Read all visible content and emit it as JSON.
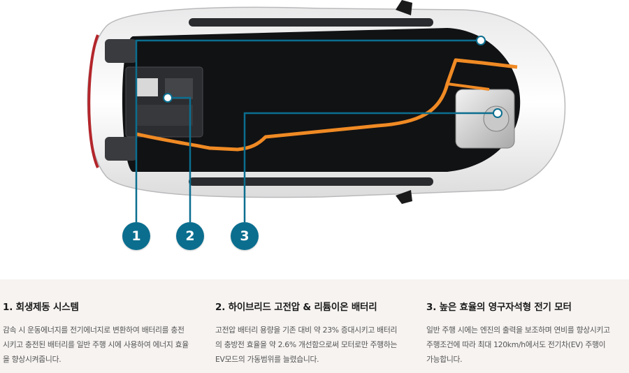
{
  "colors": {
    "accent": "#0b6e8f",
    "cable": "#f08a24",
    "background": "#f6f3f1"
  },
  "markers": [
    {
      "number": "1"
    },
    {
      "number": "2"
    },
    {
      "number": "3"
    }
  ],
  "features": [
    {
      "title": "1. 회생제동 시스템",
      "lines": [
        "감속 시 운동에너지를 전기에너지로 변환하여 배터리를 충전",
        "시키고 충전된 배터리를 일반 주행 시에 사용하여 에너지 효율",
        "을 향상시켜줍니다."
      ]
    },
    {
      "title": "2. 하이브리드 고전압 & 리튬이온 배터리",
      "lines": [
        "고전압 배터리 용량을 기존 대비 약 23% 증대시키고 배터리",
        "의 충방전 효율을 약 2.6% 개선함으로써 모터로만 주행하는",
        "EV모드의 가동범위를 늘렸습니다."
      ]
    },
    {
      "title": "3. 높은 효율의 영구자석형 전기 모터",
      "lines": [
        "일반 주행 시에는 엔진의 출력을 보조하며 연비를 향상시키고",
        "주행조건에 따라 최대 120km/h에서도 전기차(EV) 주행이",
        "가능합니다."
      ]
    }
  ]
}
